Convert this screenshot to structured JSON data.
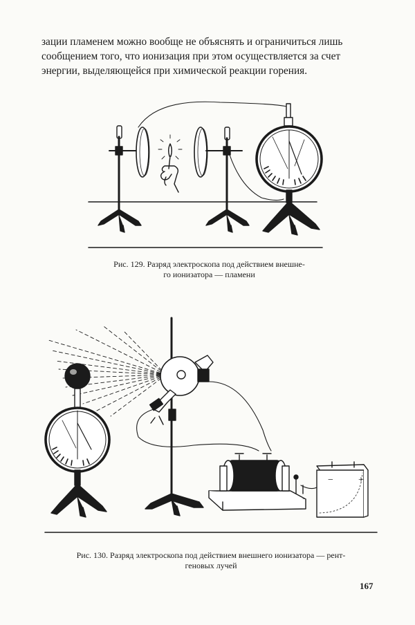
{
  "text": {
    "lines": [
      "зации пламенем можно вообще не объяснять и ограничиться лишь",
      "сообщением того, что ионизация при этом осуществляется за счет",
      "энергии, выделяющейся при химической реакции горения."
    ]
  },
  "figure129": {
    "caption_line1": "Рис. 129. Разряд электроскопа под действием внешне-",
    "caption_line2": "го ионизатора — пламени"
  },
  "figure130": {
    "caption_line1": "Рис. 130. Разряд электроскопа под действием внешнего ионизатора — рент-",
    "caption_line2": "геновых лучей"
  },
  "page_number": "167"
}
